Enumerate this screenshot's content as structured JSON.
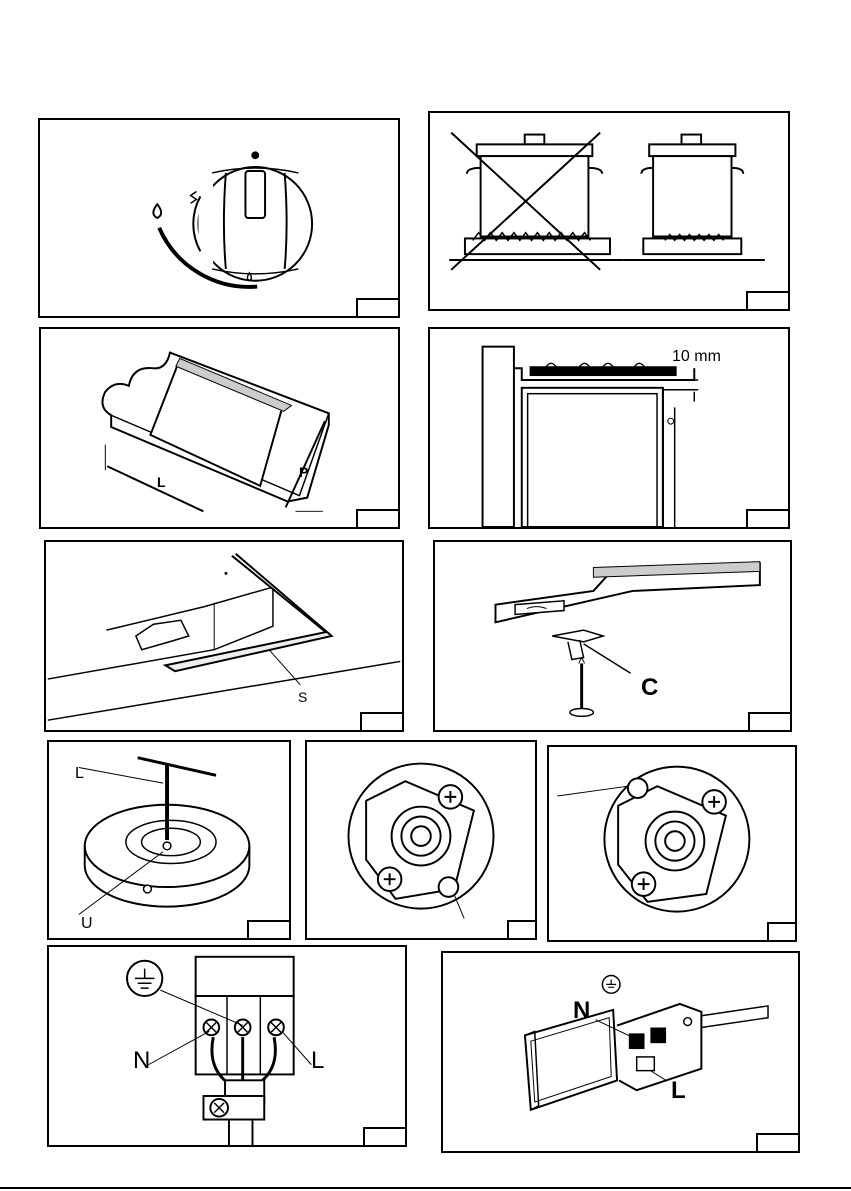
{
  "fig_knob": {},
  "fig_pots": {},
  "fig_cutout": {
    "label_l": "L",
    "label_p": "P"
  },
  "fig_clearance": {
    "dimension": "10 mm"
  },
  "fig_seal": {
    "label_s": "S"
  },
  "fig_bracket": {
    "label_c": "C"
  },
  "fig_burner": {
    "label_l": "L",
    "label_u": "U"
  },
  "fig_valve_a": {},
  "fig_valve_b": {},
  "fig_terminal": {
    "label_n": "N",
    "label_l": "L"
  },
  "fig_connector": {
    "label_n": "N",
    "label_l": "L"
  }
}
